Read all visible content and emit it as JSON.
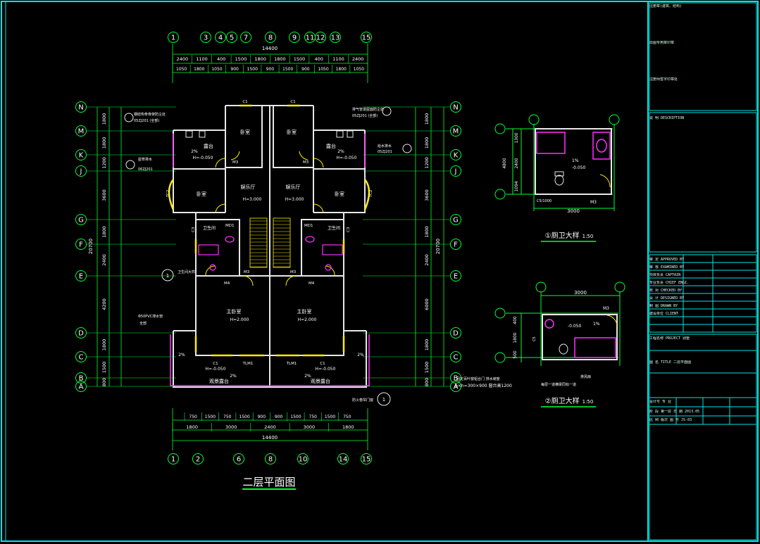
{
  "colors": {
    "frame": "#00e5e5",
    "wall": "#e8e8e8",
    "dim": "#00ff33",
    "axis": "#00ff33",
    "yellow": "#ffee00",
    "magenta": "#ff30ff",
    "cyan": "#00ffff",
    "text": "#ffffff"
  },
  "plan": {
    "title": "二层平面图",
    "top_axes": [
      "1",
      "3",
      "4",
      "5",
      "7",
      "8",
      "9",
      "11",
      "12",
      "13",
      "15"
    ],
    "bottom_axes": [
      "1",
      "2",
      "6",
      "8",
      "10",
      "14",
      "15"
    ],
    "left_axes": [
      "N",
      "M",
      "K",
      "J",
      "G",
      "F",
      "E",
      "D",
      "C",
      "B",
      "A"
    ],
    "total_width": "14400",
    "top_dims_row1": [
      "2400",
      "1100",
      "400",
      "1500",
      "1800",
      "1800",
      "1500",
      "400",
      "1100",
      "2400"
    ],
    "top_dims_row2": [
      "1050",
      "1800",
      "1050",
      "900",
      "1500",
      "900",
      "1500",
      "900",
      "1050",
      "1800",
      "1050"
    ],
    "bottom_dims_row1": [
      "750",
      "1500",
      "750",
      "1500",
      "900",
      "900",
      "1500",
      "750",
      "1500",
      "750"
    ],
    "bottom_dims_row2": [
      "1800",
      "3000",
      "2400",
      "3000",
      "1800"
    ],
    "left_dims_outer": [
      "1800",
      "1800",
      "1200",
      "3600",
      "1800",
      "2400",
      "4200",
      "1800",
      "1500",
      "800"
    ],
    "left_total": "20700",
    "right_total": "20700",
    "right_dims": [
      "1800",
      "1800",
      "1200",
      "3600",
      "1800",
      "2400",
      "6000",
      "1800",
      "1500",
      "800"
    ],
    "rooms": {
      "bedroom": "卧室",
      "terrace": "露台",
      "living": "娱乐厅",
      "living_h": "H=3.000",
      "bath": "卫生间",
      "master": "主卧室",
      "master_h": "H=2.000",
      "balcony_l": "观景露台",
      "balcony_r": "观景露台",
      "h_neg": "H=-0.050",
      "pct": "2%"
    },
    "tags": {
      "c1": "C1",
      "m3": "M3",
      "m4": "M4",
      "md1": "MD1",
      "c2": "C2",
      "c3": "C3",
      "tc2": "TC2",
      "tlm1": "TLM1"
    },
    "notes": {
      "n1": "钢结构骨骨架防尘处",
      "n1b": "05ZJ201 (全部)",
      "n2": "排气管道屋面防尘处",
      "n2b": "05ZJ201 (全部)",
      "n3": "屋脊排水",
      "n3b": "06ZJ201",
      "n4": "给水排水",
      "n4b": "05ZJ201",
      "n5": "Φ50PVC排水管",
      "n5b": "全部",
      "n6": "卫生间大样",
      "n7": "防火卷帘门窗"
    }
  },
  "detail1": {
    "title": "①厕卫大样",
    "scale": "1:50",
    "dim_w": "3000",
    "dims_v": [
      "1300",
      "2400",
      "1094"
    ],
    "total_v": "4800",
    "h": "-0.050",
    "pct": "1%",
    "m3": "M3",
    "c": "C5/1000"
  },
  "detail2": {
    "title": "②厕卫大样",
    "scale": "1:50",
    "dim_w": "3000",
    "dims_v": [
      "400",
      "1800",
      "500"
    ],
    "h": "-0.050",
    "pct": "1%",
    "m3": "M3",
    "note1": "固定百叶窗铝合门  排水坡度",
    "note2": "b×h=300×900  窗台高1200",
    "note3": "每层一道横梁同标一道",
    "note4": "排风扇",
    "c": "C5"
  },
  "title_block": {
    "rows": [
      "注册章(建筑、结构)",
      "出图专用章印章",
      "注册师签字印章处",
      "说 明   DESCRIPTION",
      "审 定   APPROVED BY",
      "审 核   EXAMINED BY",
      "项目负责  CAPTAIN",
      "专业负责  CHIEF ENGI.",
      "校 对   CHECKED BY",
      "设 计   DESIGNED BY",
      "制 图   DRAWN BY",
      "建设单位   CLIENT",
      "工程名称   PROJECT       别墅",
      "图 名   TITLE        二层平面图",
      "设计号   专 业",
      "阶 段   第一层    日 期   2013.05",
      "比 例   版次   图 号   JS-03"
    ]
  }
}
